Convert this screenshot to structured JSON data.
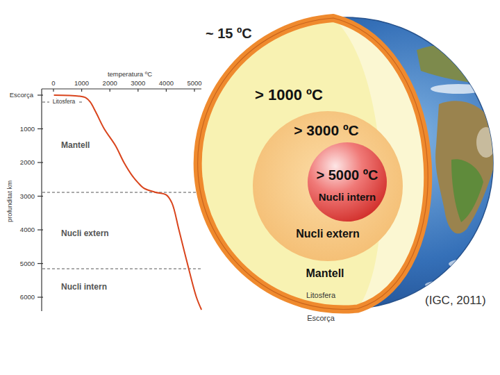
{
  "diagram": {
    "nodes": [
      {
        "text": [
          "> 1000 ºC",
          "Mantell"
        ]
      },
      {
        "text": [
          "> 3000 ºC",
          "Nucli extern"
        ],
        "in": 0
      },
      {
        "text": [
          "> 5000 ºC",
          "Nucli intern"
        ],
        "in": 1
      }
    ],
    "labels": [
      "~ 15 ºC",
      "(IGC, 2011)",
      "Litosfera",
      "Escorça",
      "temperatura ºC",
      "0",
      "1000",
      "2000",
      "3000",
      "4000",
      "5000",
      "Escorça",
      "Litosfera",
      "1000",
      "2000",
      "3000",
      "4000",
      "5000",
      "6000",
      "profunditat km",
      "Mantell",
      "Nucli extern",
      "Nucli intern"
    ]
  }
}
